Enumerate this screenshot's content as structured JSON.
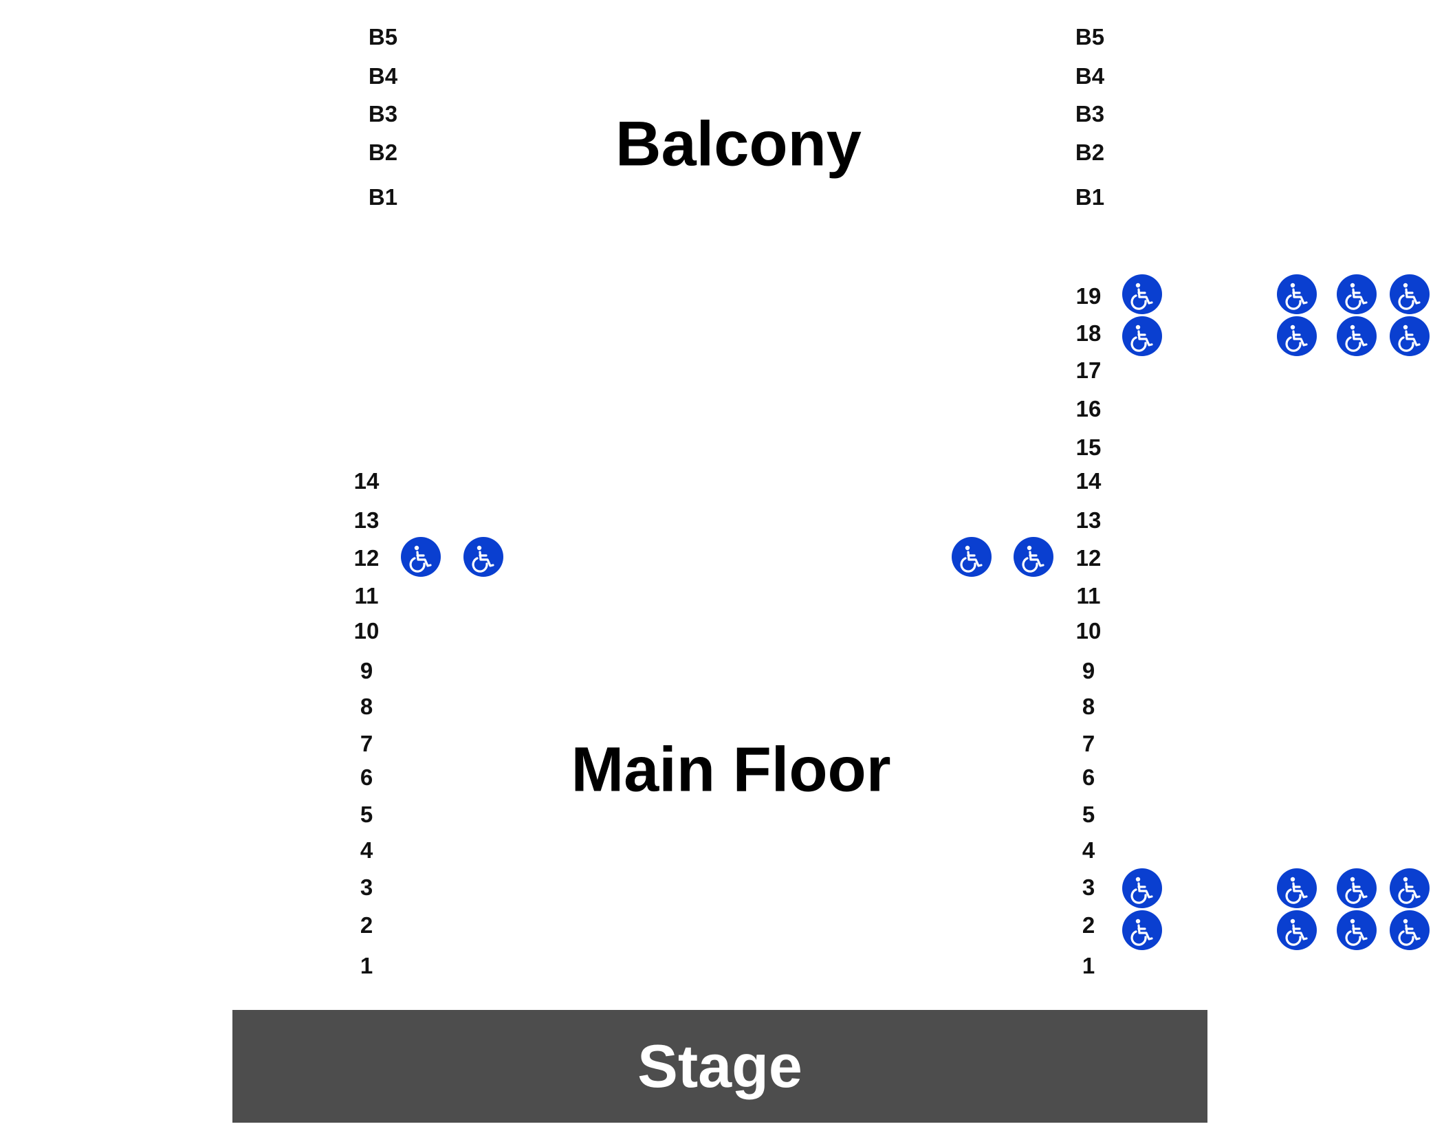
{
  "sections": {
    "balcony": "Balcony",
    "main_floor": "Main Floor",
    "stage": "Stage"
  },
  "rows": {
    "balcony": [
      "B5",
      "B4",
      "B3",
      "B2",
      "B1"
    ],
    "right_main": [
      "19",
      "18",
      "17",
      "16",
      "15",
      "14",
      "13",
      "12",
      "11",
      "10",
      "9",
      "8",
      "7",
      "6",
      "5",
      "4",
      "3",
      "2",
      "1"
    ],
    "left_main": [
      "14",
      "13",
      "12",
      "11",
      "10",
      "9",
      "8",
      "7",
      "6",
      "5",
      "4",
      "3",
      "2",
      "1"
    ]
  },
  "wheelchair_seats": [
    {
      "row": "19",
      "side": "right"
    },
    {
      "row": "19",
      "side": "right"
    },
    {
      "row": "19",
      "side": "right"
    },
    {
      "row": "19",
      "side": "right"
    },
    {
      "row": "18",
      "side": "right"
    },
    {
      "row": "18",
      "side": "right"
    },
    {
      "row": "18",
      "side": "right"
    },
    {
      "row": "18",
      "side": "right"
    },
    {
      "row": "12",
      "side": "left"
    },
    {
      "row": "12",
      "side": "left"
    },
    {
      "row": "12",
      "side": "right"
    },
    {
      "row": "12",
      "side": "right"
    },
    {
      "row": "3",
      "side": "right"
    },
    {
      "row": "3",
      "side": "right"
    },
    {
      "row": "3",
      "side": "right"
    },
    {
      "row": "3",
      "side": "right"
    },
    {
      "row": "2",
      "side": "right"
    },
    {
      "row": "2",
      "side": "right"
    },
    {
      "row": "2",
      "side": "right"
    },
    {
      "row": "2",
      "side": "right"
    }
  ],
  "colors": {
    "stage": "#4d4d4d",
    "wheelchair": "#0a3fd0",
    "text": "#111111"
  },
  "icon": "wheelchair-accessible-icon"
}
